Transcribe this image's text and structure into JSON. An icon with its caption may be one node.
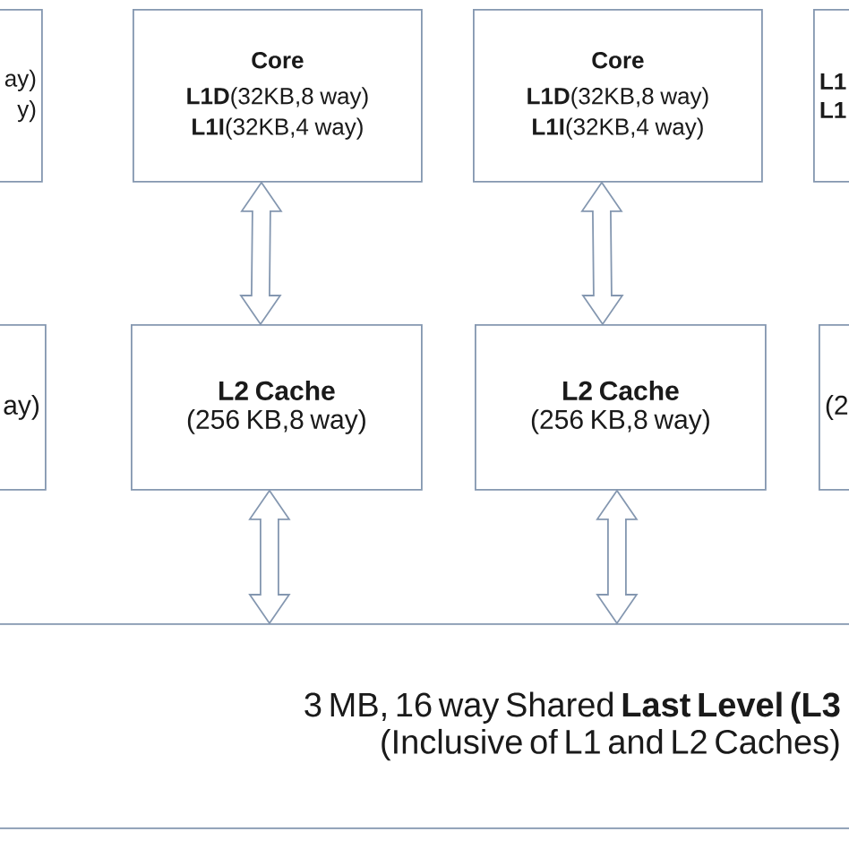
{
  "diagram": {
    "nodes": [
      {
        "text": [
          "ay)",
          "y)"
        ]
      },
      {
        "text": [
          "Core",
          "**L1D**(32KB,8 way)",
          "**L1I**(32KB,4 way)"
        ]
      },
      {
        "text": [
          "Core",
          "**L1D**(32KB,8 way)",
          "**L1I**(32KB,4 way)"
        ]
      },
      {
        "text": [
          "L1",
          "L1"
        ]
      },
      {
        "text": [
          "ay)"
        ]
      },
      {
        "text": [
          "L2 Cache",
          "(256 KB,8 way)"
        ]
      },
      {
        "text": [
          "L2 Cache",
          "(256 KB,8 way)"
        ]
      },
      {
        "text": [
          "(2"
        ]
      },
      {
        "text": [
          "3 MB, 16 way Shared **Last Level (L3**",
          "(Inclusive of L1 and L2 Caches)"
        ]
      }
    ],
    "edges": [
      {
        "from": 1,
        "to": 5,
        "arrow": "both"
      },
      {
        "from": 2,
        "to": 6,
        "arrow": "both"
      },
      {
        "from": 5,
        "to": 8,
        "arrow": "both"
      },
      {
        "from": 6,
        "to": 8,
        "arrow": "both"
      }
    ]
  }
}
